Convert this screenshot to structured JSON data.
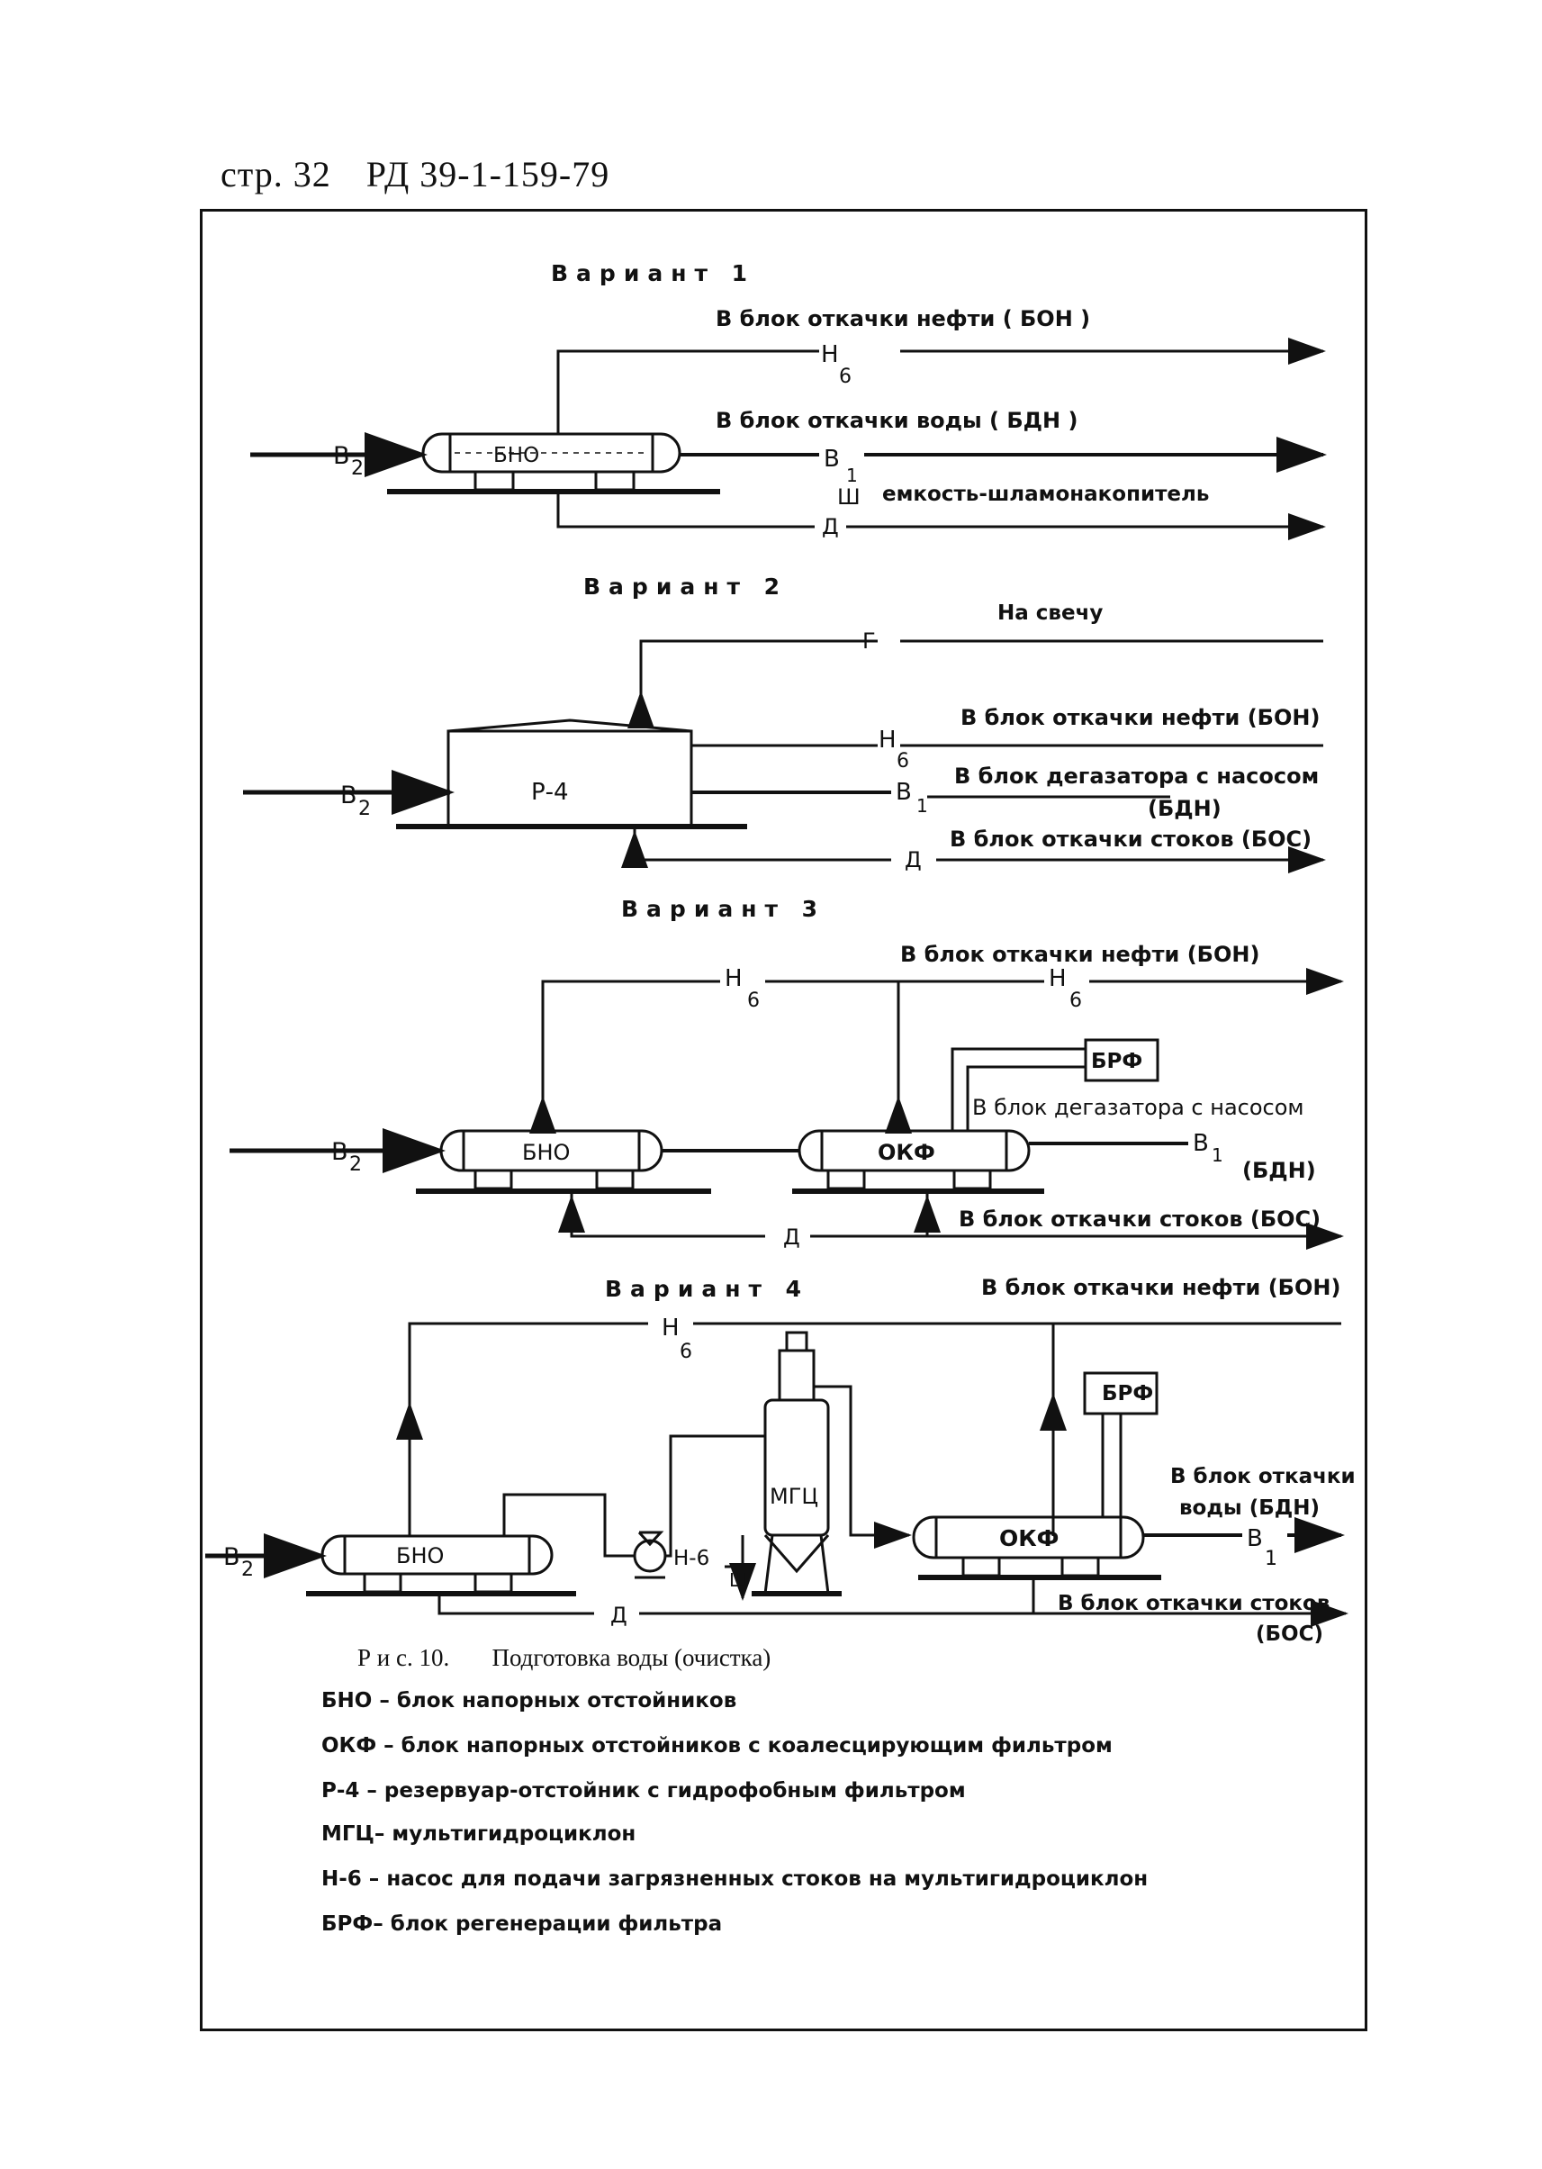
{
  "header": {
    "page": "стр. 32",
    "doc_code": "РД 39-1-159-79"
  },
  "variant1": {
    "title": "Вариант 1",
    "vessel": "БНО",
    "inlet": "В",
    "inlet_sub": "2",
    "oil_line": "В блок откачки нефти ( БОН )",
    "oil_tag": "Н",
    "oil_tag_sub": "6",
    "water_line": "В блок откачки воды ( БДН )",
    "water_tag": "В",
    "water_tag_sub": "1",
    "sludge_tag": "Ш",
    "sludge_line": "емкость-шламонакопитель",
    "drain_tag": "Д"
  },
  "variant2": {
    "title": "Вариант 2",
    "vessel": "Р-4",
    "inlet": "В",
    "inlet_sub": "2",
    "gas_tag": "Г",
    "gas_line": "На свечу",
    "oil_tag": "Н",
    "oil_tag_sub": "6",
    "oil_line": "В блок откачки нефти (БОН)",
    "water_tag": "В",
    "water_tag_sub": "1",
    "water_line": "В блок дегазатора с насосом",
    "water_line_2": "(БДН)",
    "drain_tag": "Д",
    "drain_line": "В блок откачки стоков (БОС)"
  },
  "variant3": {
    "title": "Вариант 3",
    "vessel1": "БНО",
    "vessel2": "ОКФ",
    "brf": "БРФ",
    "inlet": "В",
    "inlet_sub": "2",
    "oil_tag": "Н",
    "oil_tag_sub": "6",
    "oil_line": "В блок откачки нефти (БОН)",
    "water_line": "В блок дегазатора с насосом",
    "water_tag": "В",
    "water_tag_sub": "1",
    "water_line_2": "(БДН)",
    "drain_tag": "Д",
    "drain_line": "В блок откачки стоков (БОС)"
  },
  "variant4": {
    "title": "Вариант 4",
    "vessel1": "БНО",
    "vessel2": "ОКФ",
    "mgc": "МГЦ",
    "pump": "Н-6",
    "brf": "БРФ",
    "inlet": "В",
    "inlet_sub": "2",
    "oil_tag": "Н",
    "oil_tag_sub": "6",
    "oil_line": "В блок откачки нефти (БОН)",
    "water_line": "В блок откачки",
    "water_line_2": "воды (БДН)",
    "water_tag": "В",
    "water_tag_sub": "1",
    "sludge_tag": "Ш",
    "drain_tag": "Д",
    "drain_line": "В блок откачки стоков",
    "drain_line_2": "(БОС)"
  },
  "figure": {
    "caption_num": "Р и с. 10.",
    "caption_text": "Подготовка воды (очистка)"
  },
  "legend": [
    "БНО – блок напорных отстойников",
    "ОКФ – блок напорных отстойников с коалесцирующим фильтром",
    "Р-4 – резервуар-отстойник с гидрофобным фильтром",
    "МГЦ– мультигидроциклон",
    "Н-6 – насос для подачи загрязненных стоков на мультигидроциклон",
    "БРФ– блок регенерации фильтра"
  ]
}
